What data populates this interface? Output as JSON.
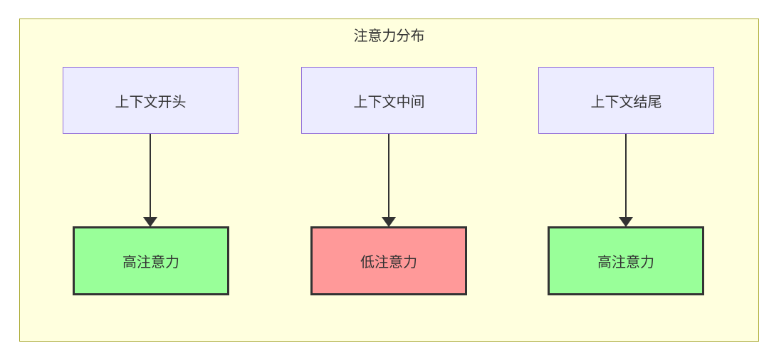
{
  "diagram": {
    "title": "注意力分布",
    "container": {
      "bg": "#ffffde",
      "border": "#aaaa33"
    },
    "text_color": "#333333",
    "arrow_color": "#333333",
    "flows": [
      {
        "source": {
          "label": "上下文开头",
          "fill": "#ececff",
          "border": "#9370db"
        },
        "target": {
          "label": "高注意力",
          "level": "high",
          "fill": "#99ff99",
          "border": "#333333"
        }
      },
      {
        "source": {
          "label": "上下文中间",
          "fill": "#ececff",
          "border": "#9370db"
        },
        "target": {
          "label": "低注意力",
          "level": "low",
          "fill": "#ff9999",
          "border": "#333333"
        }
      },
      {
        "source": {
          "label": "上下文结尾",
          "fill": "#ececff",
          "border": "#9370db"
        },
        "target": {
          "label": "高注意力",
          "level": "high",
          "fill": "#99ff99",
          "border": "#333333"
        }
      }
    ]
  }
}
